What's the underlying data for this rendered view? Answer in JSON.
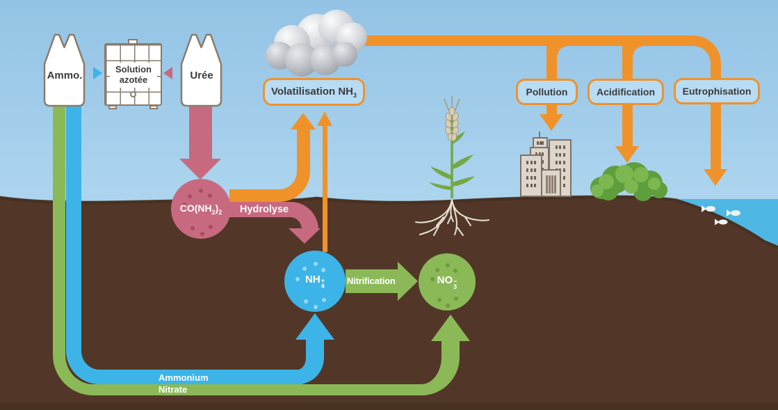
{
  "scene": {
    "sky_top": "#93c3e5",
    "sky_bottom": "#b9ddf3",
    "soil": "#523728",
    "soil_edge": "#46301f",
    "soil_bottom_band": "#483120",
    "water": "#4fb7e3",
    "orange": "#f0922a",
    "pink": "#c76a80",
    "blue": "#3cb4e7",
    "green": "#8cb958",
    "text_dark": "#3b3b3d"
  },
  "fertilizers": {
    "ammo": "Ammo.",
    "solution_line1": "Solution",
    "solution_line2": "azotée",
    "uree": "Urée"
  },
  "processes": {
    "volatilisation_text": "Volatilisation NH",
    "volatilisation_sub": "3",
    "hydrolyse": "Hydrolyse",
    "nitrification": "Nitrification"
  },
  "impacts": {
    "pollution": "Pollution",
    "acidification": "Acidification",
    "eutrophisation": "Eutrophisation"
  },
  "molecules": {
    "urea_p1": "CO(NH",
    "urea_sub1": "2",
    "urea_p2": ")",
    "urea_sub2": "2",
    "ammonium_base": "NH",
    "ammonium_sub": "4",
    "ammonium_sup": "+",
    "nitrate_base": "NO",
    "nitrate_sub": "3",
    "nitrate_sup": "−"
  },
  "flows": {
    "ammonium": "Ammonium",
    "nitrate": "Nitrate"
  }
}
